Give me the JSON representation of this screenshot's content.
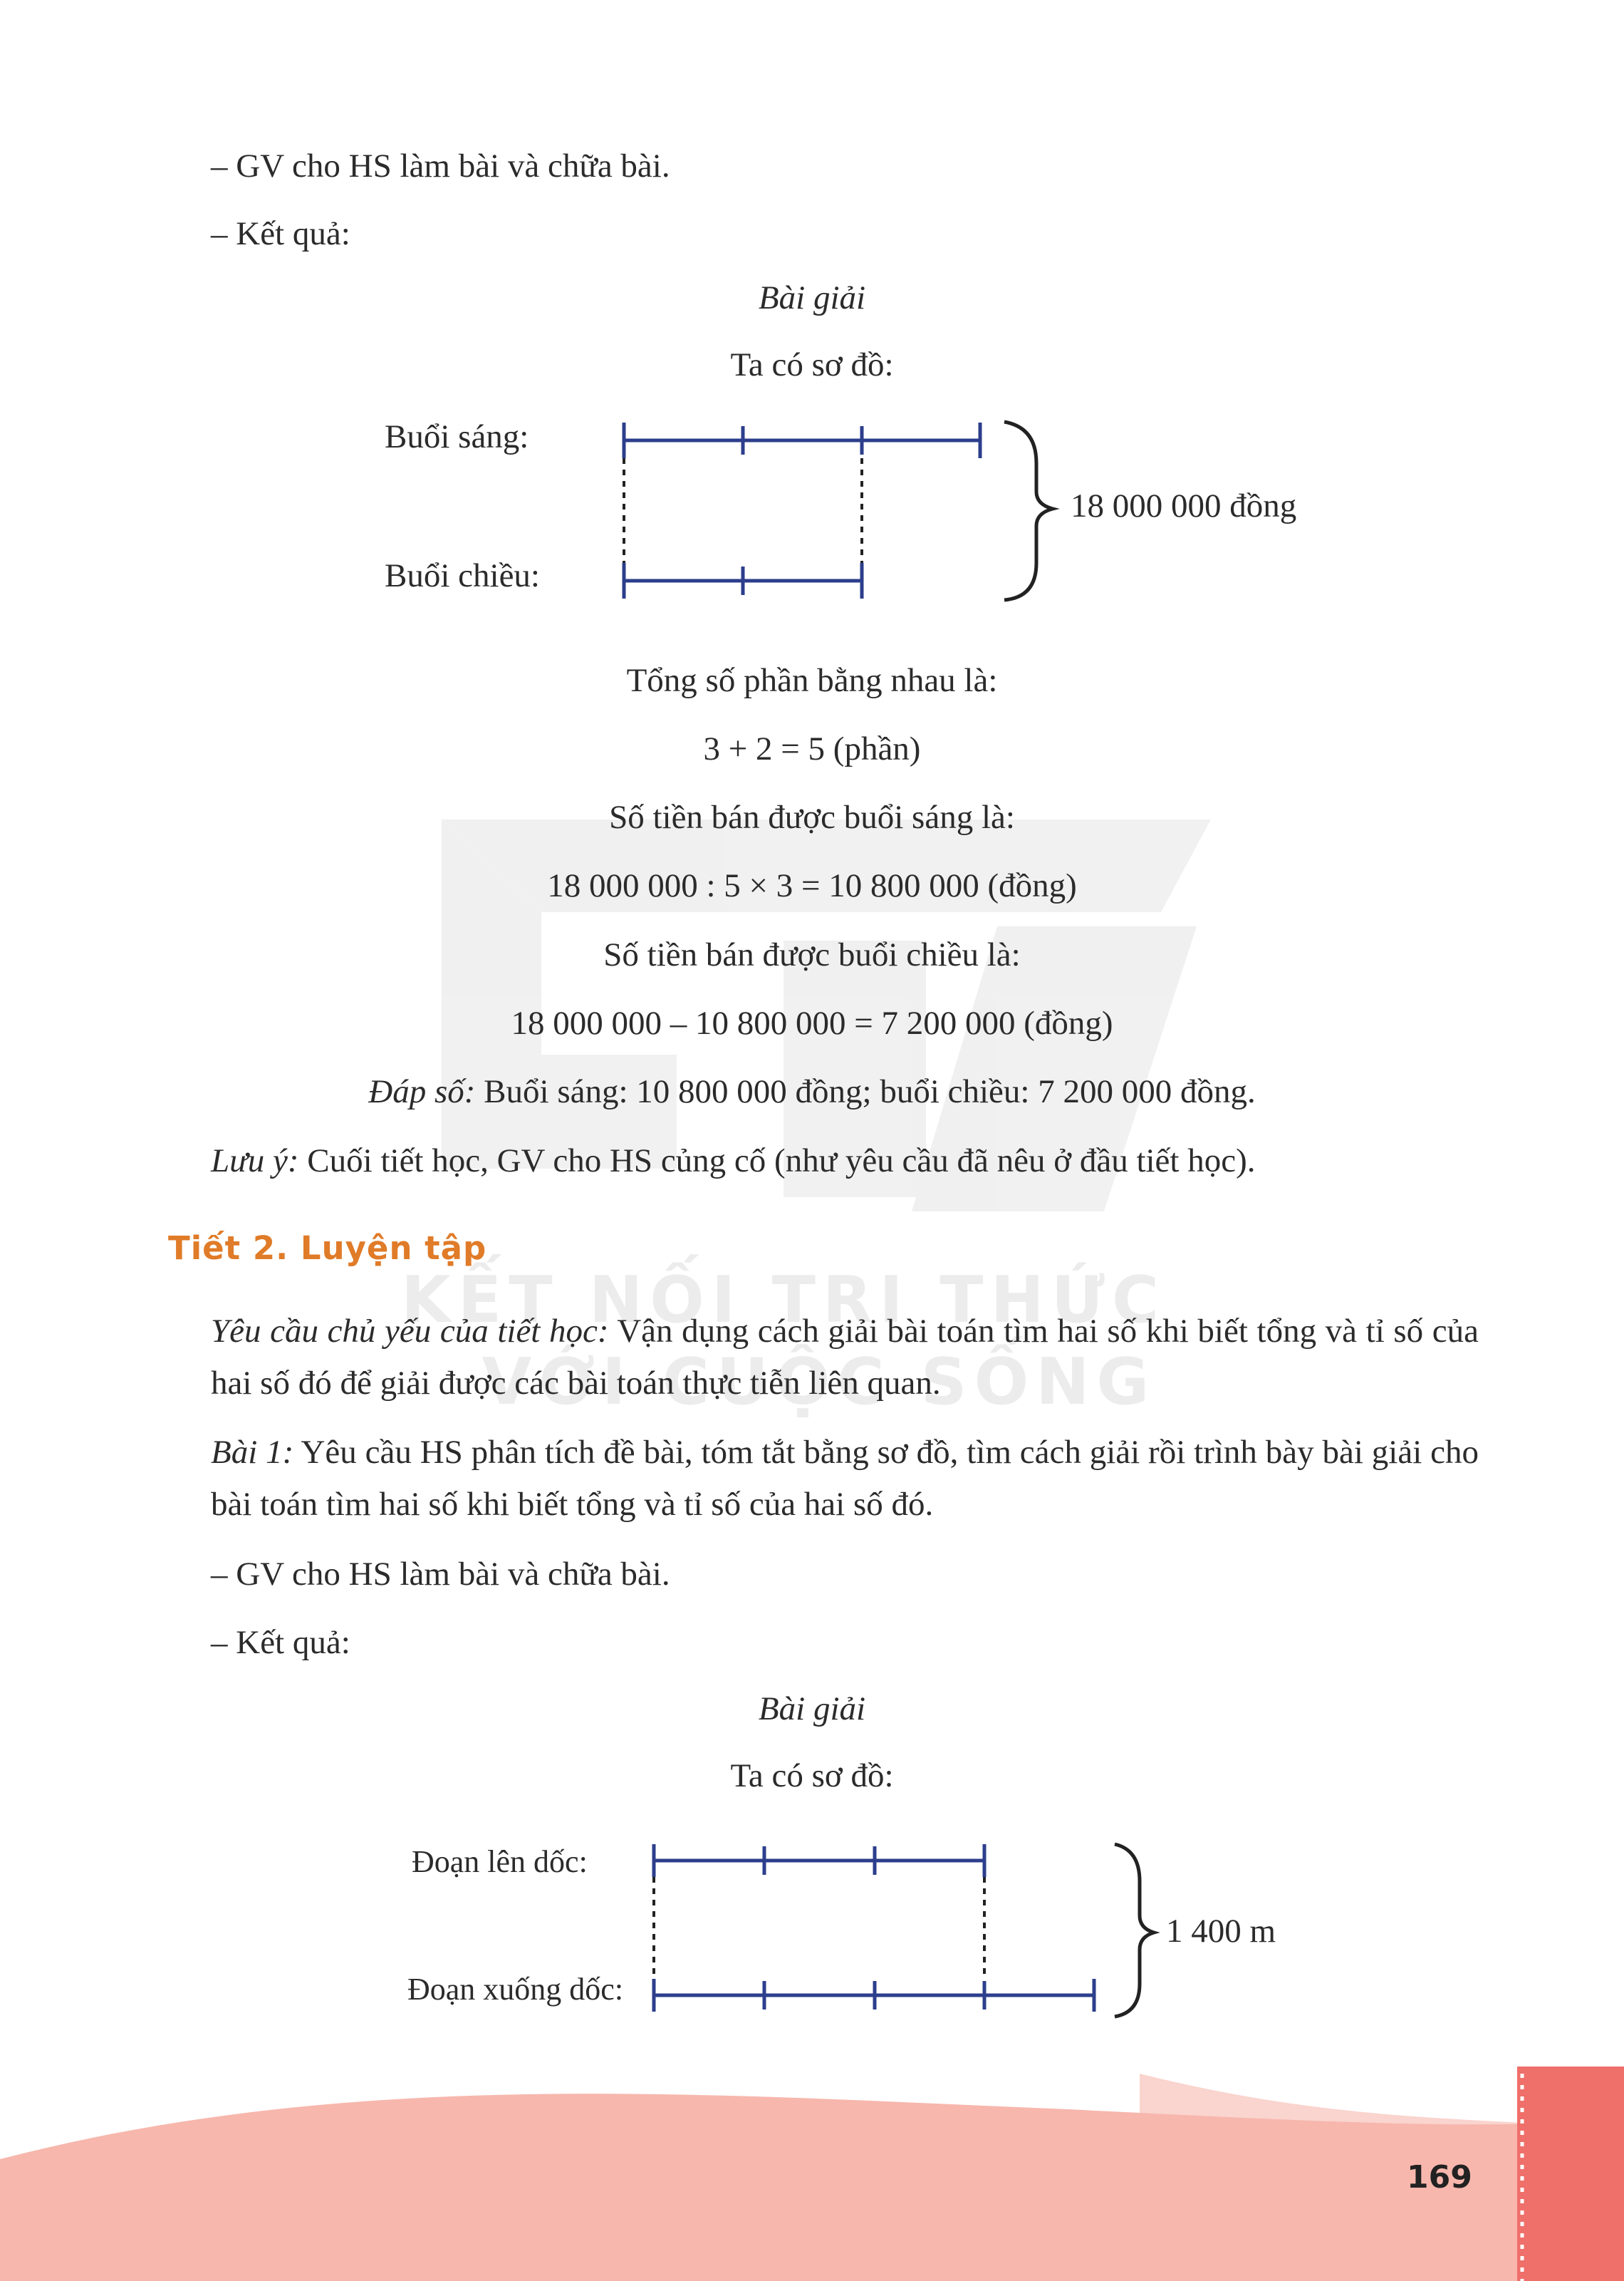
{
  "section1": {
    "step1": "– GV cho HS làm bài và chữa bài.",
    "step2": "– Kết quả:",
    "solution_title": "Bài giải",
    "diagram_intro": "Ta có sơ đồ:",
    "diagram": {
      "label_top": "Buổi sáng:",
      "label_bottom": "Buổi chiều:",
      "total": "18 000 000 đồng",
      "top_parts": 3,
      "bottom_parts": 2
    },
    "line1": "Tổng số phần bằng nhau là:",
    "line2": "3 + 2 = 5 (phần)",
    "line3": "Số tiền bán được buổi sáng là:",
    "line4": "18 000 000 : 5 × 3 = 10 800 000 (đồng)",
    "line5": "Số tiền bán được buổi chiều là:",
    "line6": "18 000 000 – 10 800 000 = 7 200 000 (đồng)",
    "answer_label": "Đáp số:",
    "answer_text": " Buổi sáng: 10 800 000 đồng; buổi chiều: 7 200 000 đồng.",
    "note_label": "Lưu ý:",
    "note_text": " Cuối tiết học, GV cho HS củng cố (như yêu cầu đã nêu ở đầu tiết học)."
  },
  "section2": {
    "heading": "Tiết 2. Luyện tập",
    "req_label": "Yêu cầu chủ yếu của tiết học:",
    "req_text": " Vận dụng cách giải bài toán tìm hai số khi biết tổng và tỉ số của hai số đó để giải được các bài toán thực tiễn liên quan.",
    "ex1_label": "Bài 1:",
    "ex1_text": " Yêu cầu HS phân tích đề bài, tóm tắt bằng sơ đồ, tìm cách giải rồi trình bày bài giải cho bài toán tìm hai số khi biết tổng và tỉ số của hai số đó.",
    "step1": "– GV cho HS làm bài và chữa bài.",
    "step2": "– Kết quả:",
    "solution_title": "Bài giải",
    "diagram_intro": "Ta có sơ đồ:",
    "diagram": {
      "label_top": "Đoạn lên dốc:",
      "label_bottom": "Đoạn xuống dốc:",
      "total": "1 400 m",
      "top_parts": 3,
      "bottom_parts": 4
    }
  },
  "watermark": "KẾT NỐI TRI THỨC VỚI CUỘC SỐNG",
  "page_number": "169",
  "colors": {
    "heading": "#e07b28",
    "diagram_line": "#2c3e8c",
    "footer_light": "#f7b7ad",
    "footer_dark": "#ef6f6a"
  }
}
